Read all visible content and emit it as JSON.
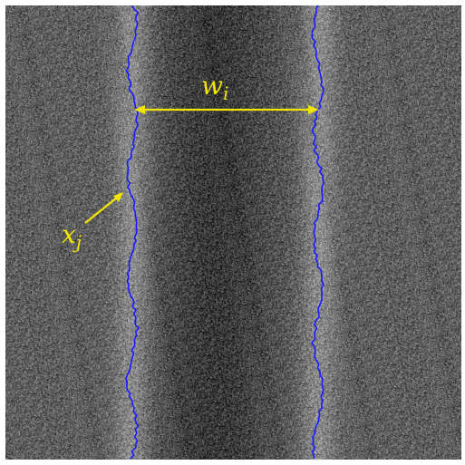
{
  "image": {
    "description_free": true,
    "edge_line_color": "#1a1aff",
    "annotation_color": "#f2e600"
  },
  "labels": {
    "width_symbol": "w",
    "width_subscript": "i",
    "point_symbol": "x",
    "point_subscript": "j"
  }
}
